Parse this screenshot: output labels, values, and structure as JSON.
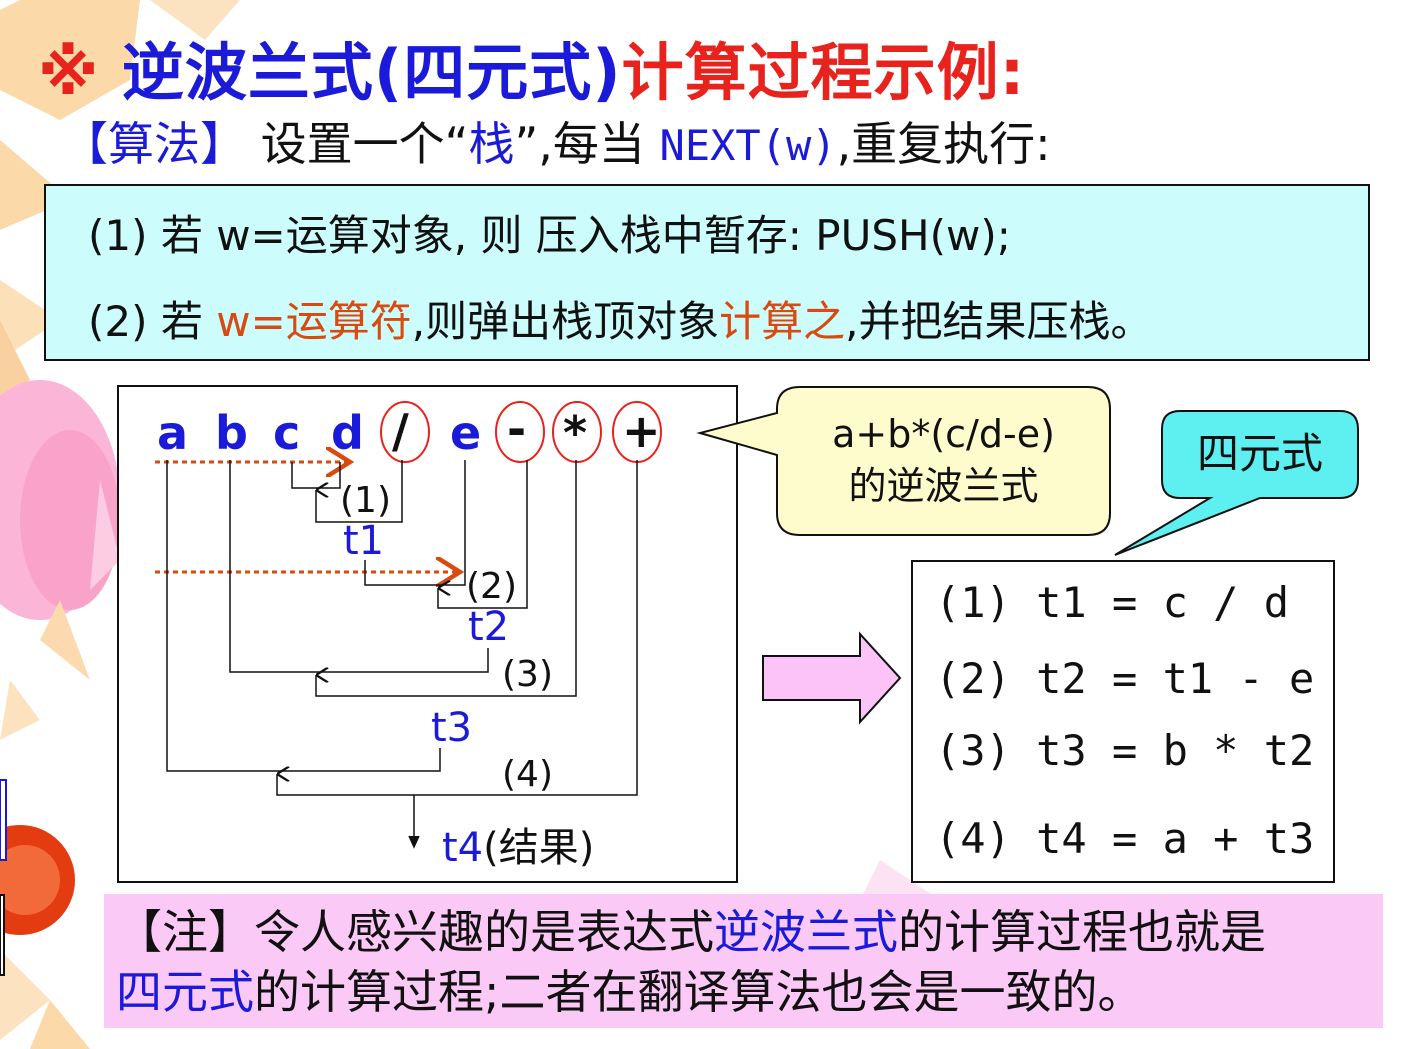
{
  "title": {
    "mark": "※",
    "part1": "逆波兰式(四元式)",
    "part2": "计算过程示例:"
  },
  "algorithm": {
    "label": "【算法】",
    "text1": "设置一个“",
    "stack_word": "栈",
    "text2": "”,每当",
    "next_call": "NEXT(w)",
    "text3": ",重复执行:"
  },
  "steps": {
    "step1": {
      "num": "(1)",
      "text": "若 w=运算对象, 则 压入栈中暂存: PUSH(w);"
    },
    "step2": {
      "num": "(2)",
      "prefix": "若",
      "op": "w=运算符",
      "mid": ",则弹出栈顶对象",
      "compute": "计算之",
      "suffix": ",并把结果压栈。"
    }
  },
  "diagram": {
    "tokens": [
      "a",
      "b",
      "c",
      "d",
      "/",
      "e",
      "-",
      "*",
      "+"
    ],
    "step_labels": [
      "(1)",
      "(2)",
      "(3)",
      "(4)"
    ],
    "temps": [
      "t1",
      "t2",
      "t3",
      "t4"
    ],
    "result_label": "(结果)"
  },
  "callout_rpn": {
    "line1": "a+b*(c/d-e)",
    "line2": "的逆波兰式"
  },
  "callout_quad": {
    "text": "四元式"
  },
  "quadruples": [
    "(1) t1 = c / d",
    "(2) t2 = t1 - e",
    "(3) t3 = b * t2",
    "(4) t4 = a + t3"
  ],
  "note": {
    "line1_a": "【注】令人感兴趣的是表达式",
    "line1_b": "逆波兰式",
    "line1_c": "的计算过程也就是",
    "line2_a": "四元式",
    "line2_b": "的计算过程;二者在翻译算法也会是一致的。"
  },
  "colors": {
    "title_red": "#e8221c",
    "accent_blue": "#1a1ad8",
    "operator_orange": "#d84a10",
    "step_box_bg": "#ccfcfc",
    "callout_yellow": "#fefccc",
    "callout_cyan": "#5ef0f0",
    "arrow_pink": "#fbc3f7",
    "note_bg": "#fbc9f6"
  }
}
